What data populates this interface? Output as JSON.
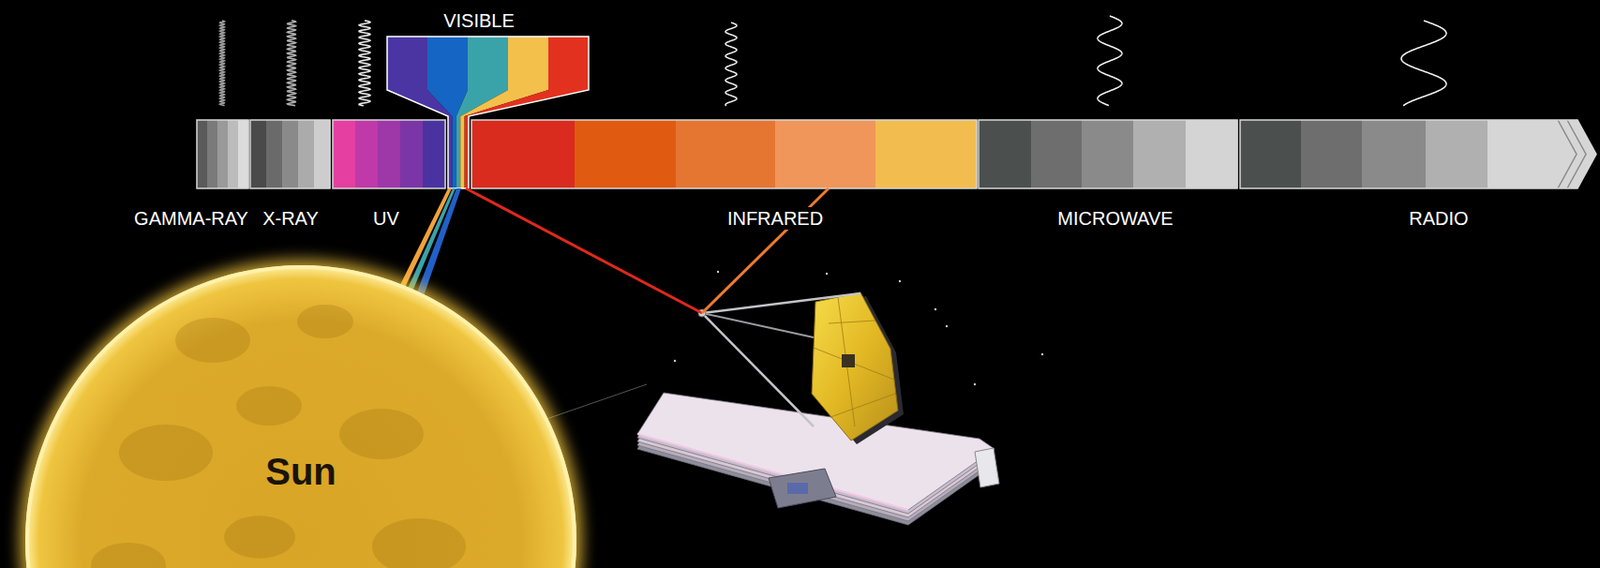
{
  "diagram": {
    "nodes": [
      {
        "text": [
          "Sun"
        ]
      }
    ],
    "labels": [
      "VISIBLE",
      "GAMMA-RAY",
      "X-RAY",
      "UV",
      "INFRARED",
      "MICROWAVE",
      "RADIO"
    ]
  }
}
